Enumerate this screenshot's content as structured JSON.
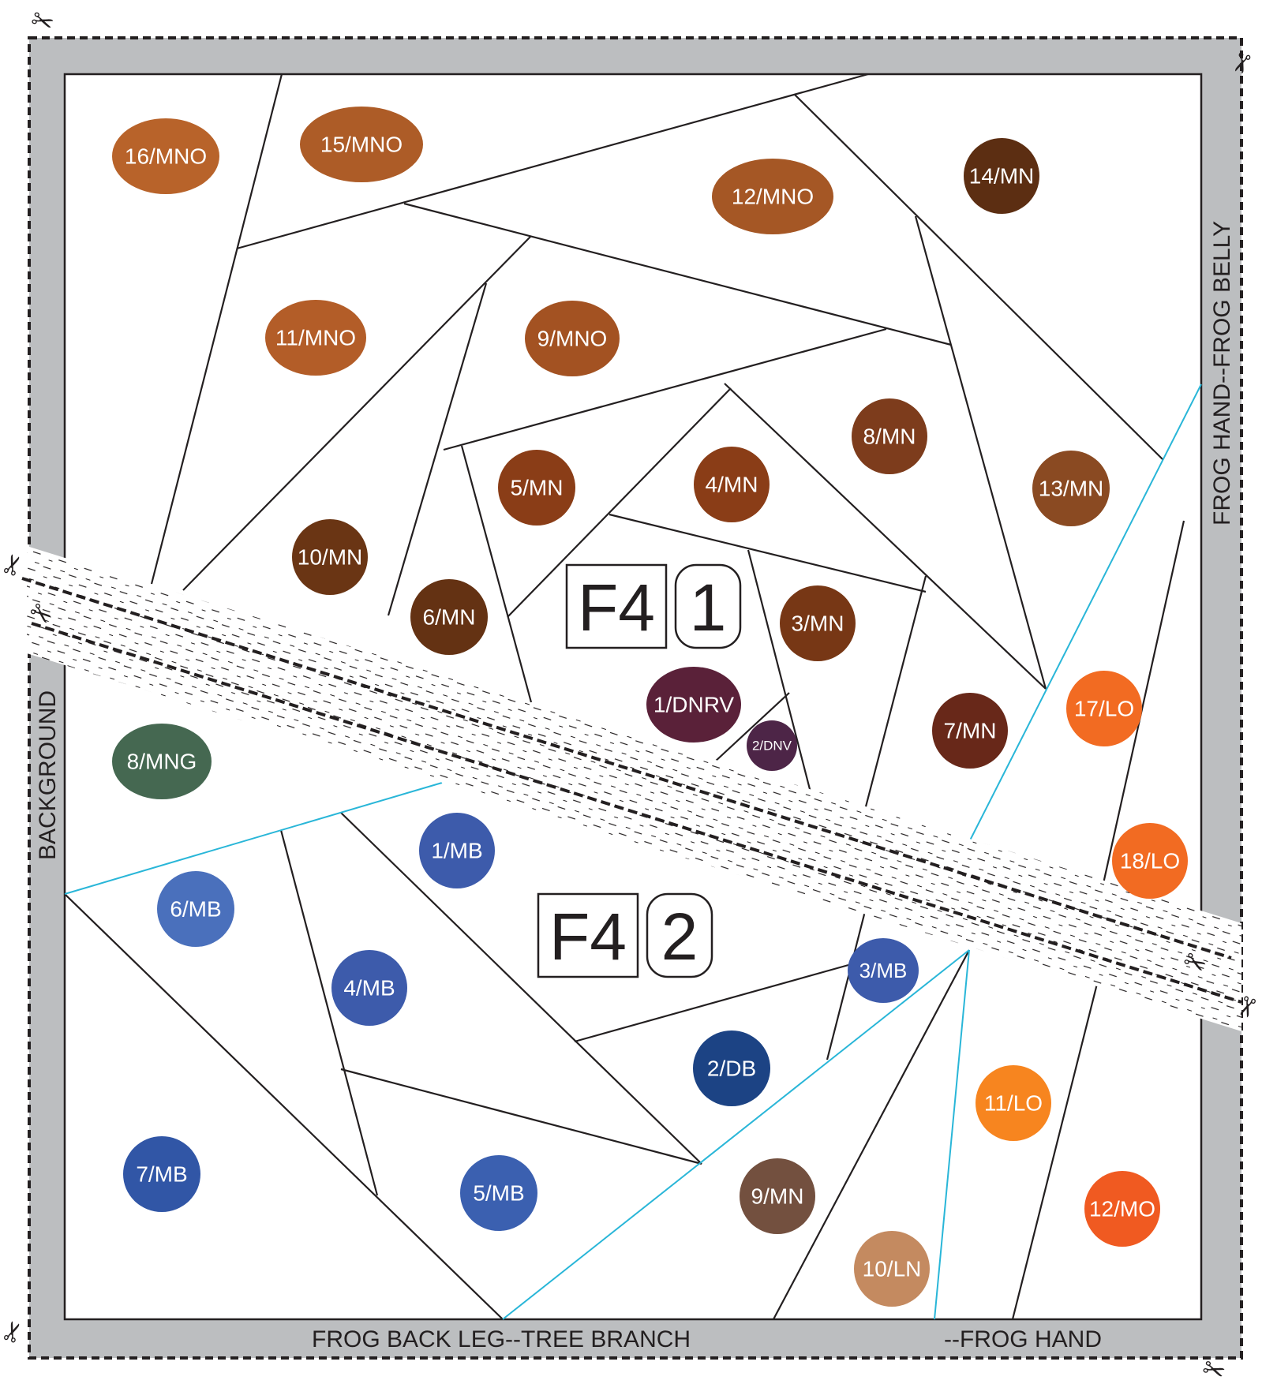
{
  "edge_labels": {
    "left": "BACKGROUND",
    "right": "FROG HAND--FROG BELLY",
    "bottom_left": "FROG BACK LEG--TREE BRANCH",
    "bottom_right": "--FROG HAND"
  },
  "sections": [
    {
      "prefix": "F4",
      "number": "1"
    },
    {
      "prefix": "F4",
      "number": "2"
    }
  ],
  "pieces_f1": [
    {
      "label": "16/MNO",
      "color": "#b8632a"
    },
    {
      "label": "15/MNO",
      "color": "#ad5c27"
    },
    {
      "label": "12/MNO",
      "color": "#a55725"
    },
    {
      "label": "14/MN",
      "color": "#5c2e12"
    },
    {
      "label": "11/MNO",
      "color": "#b35d28"
    },
    {
      "label": "9/MNO",
      "color": "#a35222"
    },
    {
      "label": "8/MN",
      "color": "#7d3c1c"
    },
    {
      "label": "13/MN",
      "color": "#8a4a22"
    },
    {
      "label": "5/MN",
      "color": "#8a3d17"
    },
    {
      "label": "4/MN",
      "color": "#8a3d17"
    },
    {
      "label": "10/MN",
      "color": "#6a3514"
    },
    {
      "label": "6/MN",
      "color": "#643213"
    },
    {
      "label": "3/MN",
      "color": "#773715"
    },
    {
      "label": "1/DNRV",
      "color": "#5a2139"
    },
    {
      "label": "2/DNV",
      "color": "#4d2547"
    },
    {
      "label": "7/MN",
      "color": "#682819"
    },
    {
      "label": "17/LO",
      "color": "#f26b22"
    },
    {
      "label": "18/LO",
      "color": "#f26b22"
    }
  ],
  "pieces_f2": [
    {
      "label": "8/MNG",
      "color": "#456851"
    },
    {
      "label": "1/MB",
      "color": "#3d5bab"
    },
    {
      "label": "6/MB",
      "color": "#4a70bc"
    },
    {
      "label": "4/MB",
      "color": "#3d5bab"
    },
    {
      "label": "3/MB",
      "color": "#3d5bab"
    },
    {
      "label": "2/DB",
      "color": "#1c4384"
    },
    {
      "label": "7/MB",
      "color": "#3156a6"
    },
    {
      "label": "5/MB",
      "color": "#3b60b0"
    },
    {
      "label": "9/MN",
      "color": "#73503f"
    },
    {
      "label": "10/LN",
      "color": "#c48a60"
    },
    {
      "label": "11/LO",
      "color": "#f7851f"
    },
    {
      "label": "12/MO",
      "color": "#f05a21"
    }
  ],
  "colors": {
    "border": "#bcbec0",
    "line": "#231f20",
    "blue_line": "#29b6d8"
  },
  "icons": [
    "scissors-icon"
  ]
}
